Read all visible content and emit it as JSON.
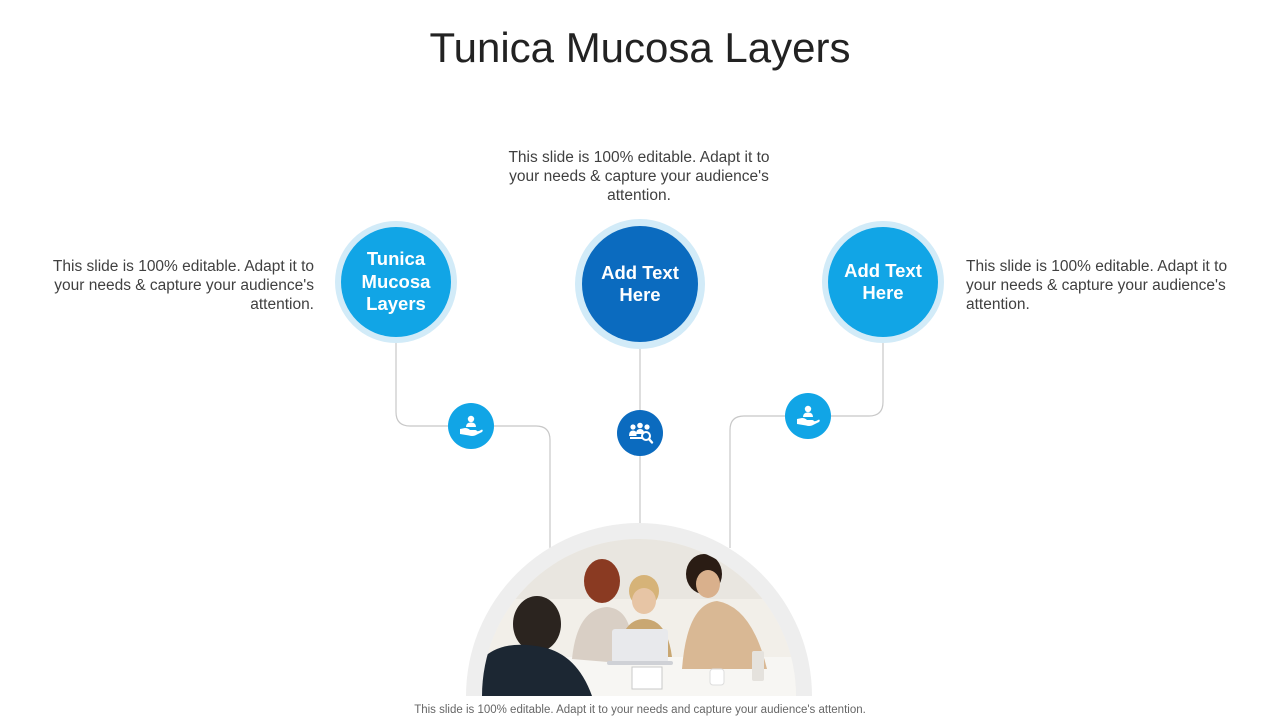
{
  "slide": {
    "title": "Tunica Mucosa Layers",
    "footer": "This slide is 100% editable. Adapt it to your needs and capture your audience's attention."
  },
  "descriptions": {
    "left": "This slide is 100% editable. Adapt it to your needs & capture your audience's attention.",
    "center": "This slide is 100% editable. Adapt it to your needs & capture your audience's attention.",
    "right": "This slide is 100% editable. Adapt it to your needs & capture your audience's attention."
  },
  "circles": [
    {
      "label": "Tunica Mucosa Layers",
      "color": "#11a5e6"
    },
    {
      "label": "Add Text Here",
      "color": "#0b6bbf"
    },
    {
      "label": "Add Text Here",
      "color": "#11a5e6"
    }
  ],
  "icons": [
    {
      "name": "hand-holding-user-icon",
      "color": "#11a5e6"
    },
    {
      "name": "team-search-icon",
      "color": "#0b6bbf"
    },
    {
      "name": "hand-holding-user-icon",
      "color": "#11a5e6"
    }
  ],
  "colors": {
    "light_blue": "#11a5e6",
    "dark_blue": "#0b6bbf",
    "ring": "#d2ebf8",
    "connector": "#c8c8c8"
  }
}
